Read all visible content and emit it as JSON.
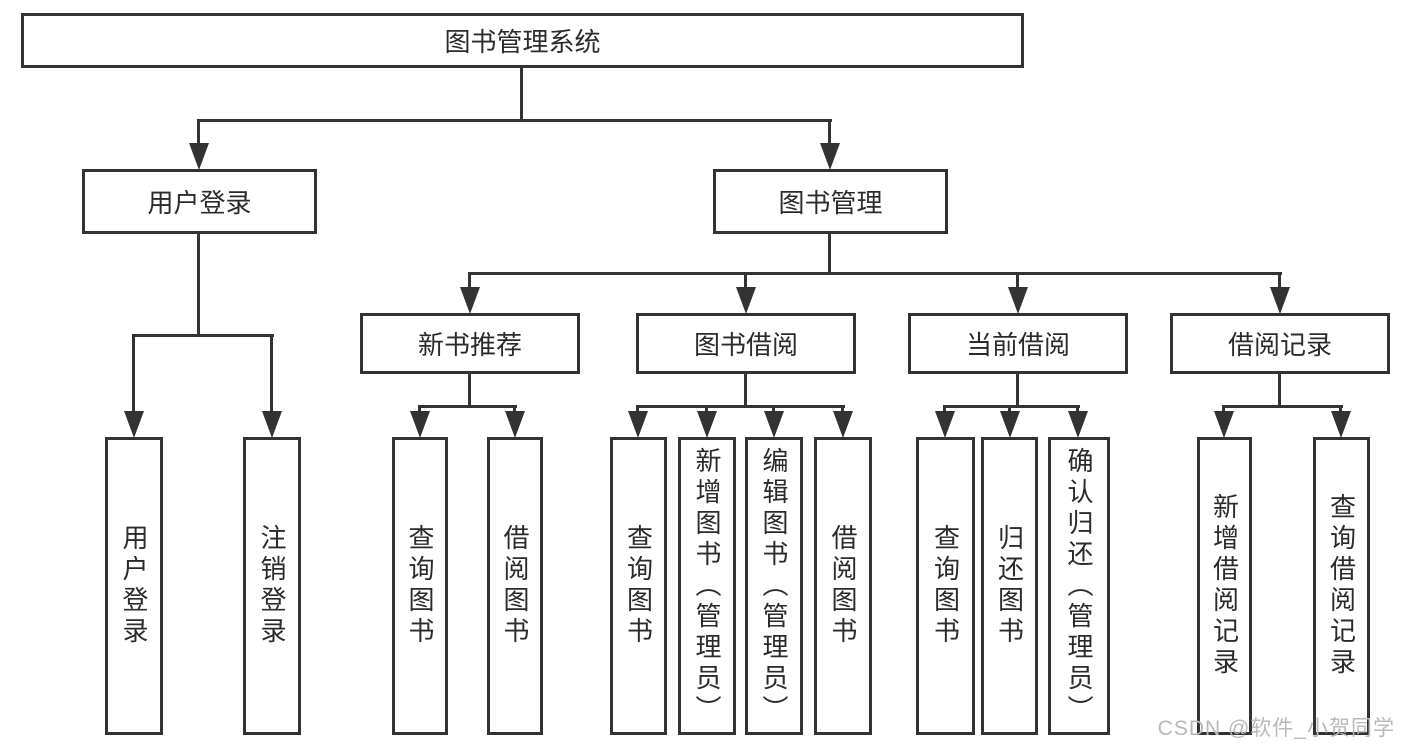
{
  "tree": {
    "root": {
      "label": "图书管理系统"
    },
    "level2": [
      {
        "label": "用户登录",
        "parent": "图书管理系统"
      },
      {
        "label": "图书管理",
        "parent": "图书管理系统"
      }
    ],
    "level3": [
      {
        "label": "新书推荐",
        "parent": "图书管理"
      },
      {
        "label": "图书借阅",
        "parent": "图书管理"
      },
      {
        "label": "当前借阅",
        "parent": "图书管理"
      },
      {
        "label": "借阅记录",
        "parent": "图书管理"
      }
    ],
    "leaves": [
      {
        "label": "用户登录",
        "parent": "用户登录"
      },
      {
        "label": "注销登录",
        "parent": "用户登录"
      },
      {
        "label": "查询图书",
        "parent": "新书推荐"
      },
      {
        "label": "借阅图书",
        "parent": "新书推荐"
      },
      {
        "label": "查询图书",
        "parent": "图书借阅"
      },
      {
        "label": "新增图书（管理员）",
        "parent": "图书借阅"
      },
      {
        "label": "编辑图书（管理员）",
        "parent": "图书借阅"
      },
      {
        "label": "借阅图书",
        "parent": "图书借阅"
      },
      {
        "label": "查询图书",
        "parent": "当前借阅"
      },
      {
        "label": "归还图书",
        "parent": "当前借阅"
      },
      {
        "label": "确认归还（管理员）",
        "parent": "当前借阅"
      },
      {
        "label": "新增借阅记录",
        "parent": "借阅记录"
      },
      {
        "label": "查询借阅记录",
        "parent": "借阅记录"
      }
    ]
  },
  "watermark": "CSDN @软件_小贺同学",
  "colors": {
    "line": "#333333",
    "text": "#2b2b2b",
    "background": "#ffffff",
    "watermark": "#b9b9b9"
  }
}
